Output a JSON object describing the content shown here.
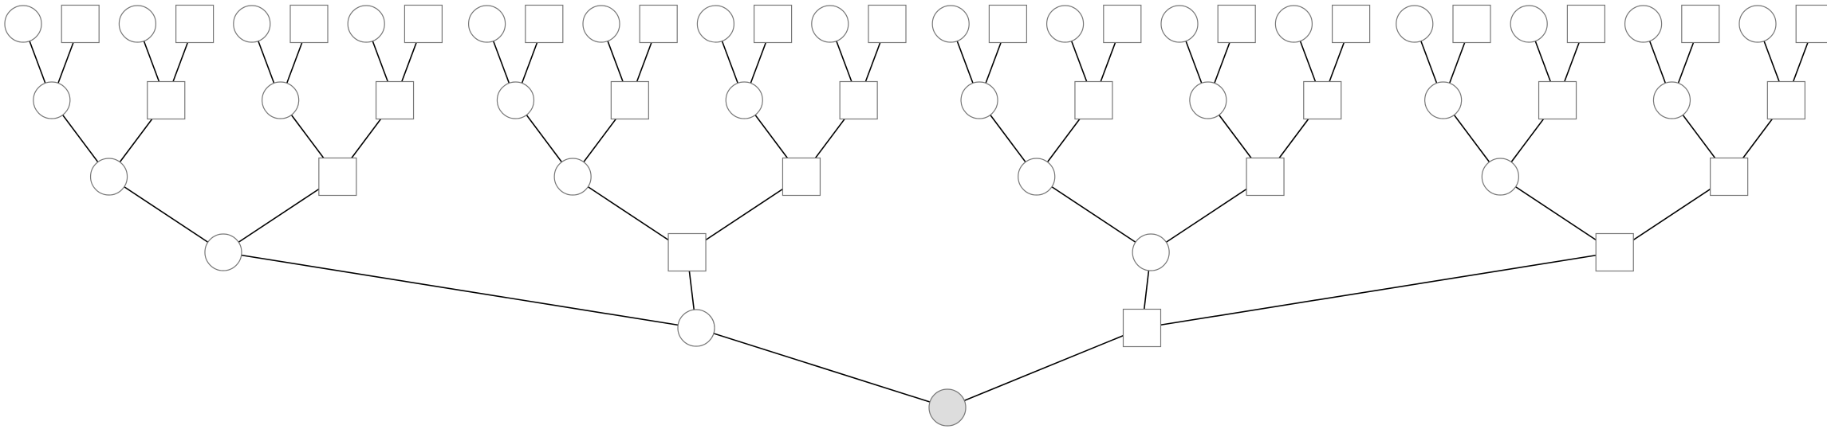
{
  "diagram": {
    "type": "pedigree-tree",
    "generations": 6,
    "colors": {
      "node_fill": "#ffffff",
      "proband_fill": "#dddddd",
      "node_stroke": "#777777",
      "edge_stroke": "#000000"
    },
    "proband": {
      "shape": "circle",
      "father": {
        "shape": "circle",
        "father": {
          "shape": "circle",
          "father": {
            "shape": "circle",
            "father": {
              "shape": "circle",
              "father": {
                "shape": "circle"
              },
              "mother": {
                "shape": "square"
              }
            },
            "mother": {
              "shape": "square",
              "father": {
                "shape": "circle"
              },
              "mother": {
                "shape": "square"
              }
            }
          },
          "mother": {
            "shape": "square",
            "father": {
              "shape": "circle",
              "father": {
                "shape": "circle"
              },
              "mother": {
                "shape": "square"
              }
            },
            "mother": {
              "shape": "square",
              "father": {
                "shape": "circle"
              },
              "mother": {
                "shape": "square"
              }
            }
          }
        },
        "mother": {
          "shape": "square",
          "father": {
            "shape": "circle",
            "father": {
              "shape": "circle",
              "father": {
                "shape": "circle"
              },
              "mother": {
                "shape": "square"
              }
            },
            "mother": {
              "shape": "square",
              "father": {
                "shape": "circle"
              },
              "mother": {
                "shape": "square"
              }
            }
          },
          "mother": {
            "shape": "square",
            "father": {
              "shape": "circle",
              "father": {
                "shape": "circle"
              },
              "mother": {
                "shape": "square"
              }
            },
            "mother": {
              "shape": "square",
              "father": {
                "shape": "circle"
              },
              "mother": {
                "shape": "square"
              }
            }
          }
        }
      },
      "mother": {
        "shape": "square",
        "father": {
          "shape": "circle",
          "father": {
            "shape": "circle",
            "father": {
              "shape": "circle",
              "father": {
                "shape": "circle"
              },
              "mother": {
                "shape": "square"
              }
            },
            "mother": {
              "shape": "square",
              "father": {
                "shape": "circle"
              },
              "mother": {
                "shape": "square"
              }
            }
          },
          "mother": {
            "shape": "square",
            "father": {
              "shape": "circle",
              "father": {
                "shape": "circle"
              },
              "mother": {
                "shape": "square"
              }
            },
            "mother": {
              "shape": "square",
              "father": {
                "shape": "circle"
              },
              "mother": {
                "shape": "square"
              }
            }
          }
        },
        "mother": {
          "shape": "square",
          "father": {
            "shape": "circle",
            "father": {
              "shape": "circle",
              "father": {
                "shape": "circle"
              },
              "mother": {
                "shape": "square"
              }
            },
            "mother": {
              "shape": "square",
              "father": {
                "shape": "circle"
              },
              "mother": {
                "shape": "square"
              }
            }
          },
          "mother": {
            "shape": "square",
            "father": {
              "shape": "circle",
              "father": {
                "shape": "circle"
              },
              "mother": {
                "shape": "square"
              }
            },
            "mother": {
              "shape": "square",
              "father": {
                "shape": "circle"
              },
              "mother": {
                "shape": "square"
              }
            }
          }
        }
      }
    }
  }
}
